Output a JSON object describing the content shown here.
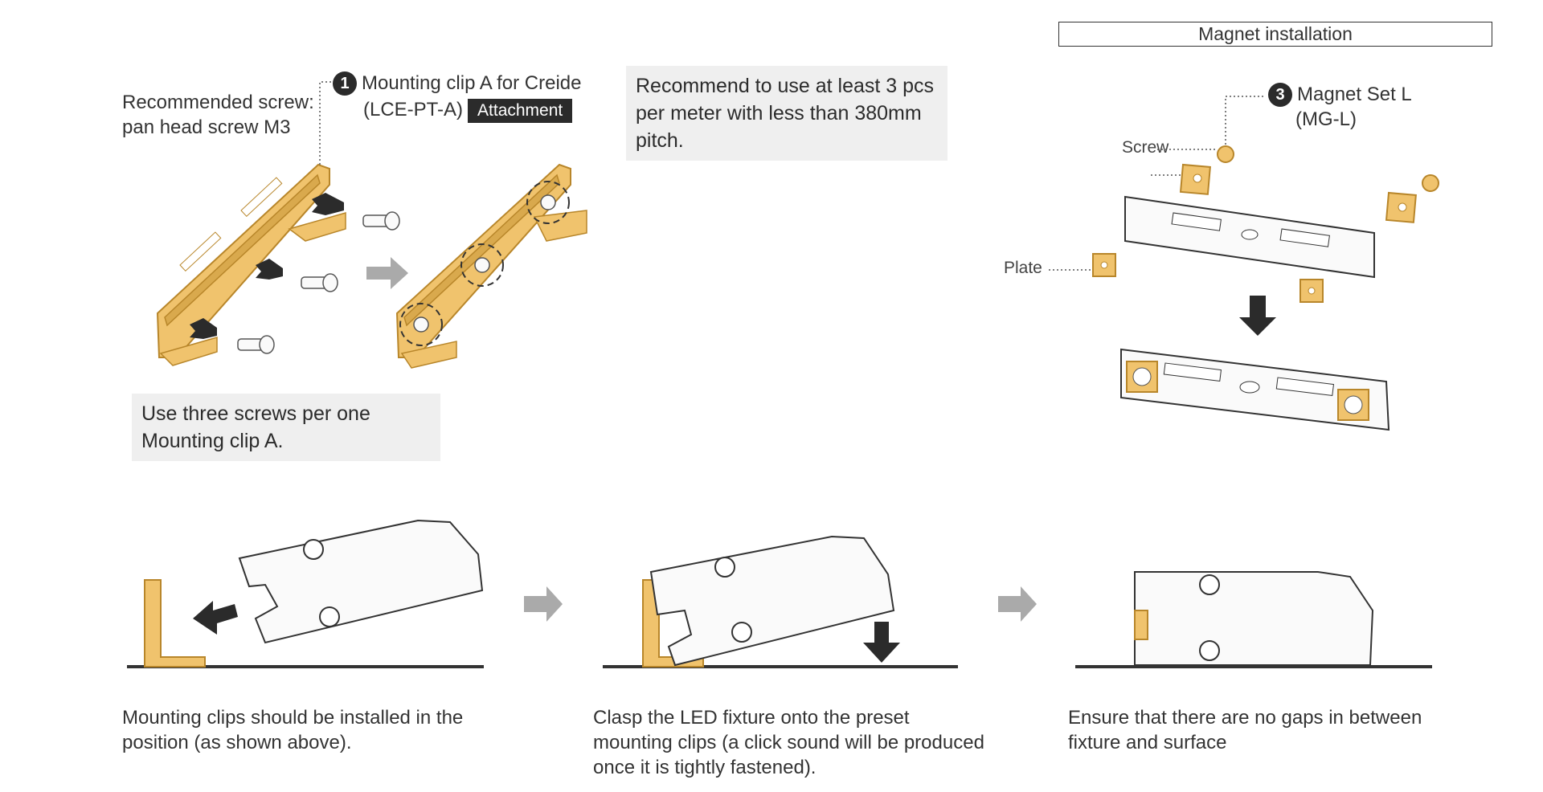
{
  "top_left": {
    "screw_note": [
      "Recommended screw:",
      "pan head screw M3"
    ],
    "clip_number": "1",
    "clip_name_line1": "Mounting clip A for Creide",
    "clip_name_line2": "(LCE-PT-A)",
    "attachment_tag": "Attachment",
    "three_screws_note": "Use three screws per one Mounting clip A."
  },
  "top_center": {
    "pitch_note": "Recommend to use at least 3 pcs per meter with less than 380mm pitch."
  },
  "magnet": {
    "title": "Magnet installation",
    "set_number": "3",
    "set_name_line1": "Magnet Set L",
    "set_name_line2": "(MG-L)",
    "screw_label": "Screw",
    "plate_label": "Plate"
  },
  "steps": [
    {
      "caption": "Mounting clips should be installed in the position (as shown above)."
    },
    {
      "caption": "Clasp the LED fixture onto the preset mounting clips (a click sound will be produced once it is tightly fastened)."
    },
    {
      "caption": "Ensure that there are no gaps in between fixture and surface"
    }
  ],
  "colors": {
    "brass": "#f0c36d",
    "brass_dark": "#b8862a",
    "outline": "#333333",
    "arrow_gray": "#aaaaaa",
    "arrow_dark": "#2b2b2b",
    "note_bg": "#efefef"
  }
}
